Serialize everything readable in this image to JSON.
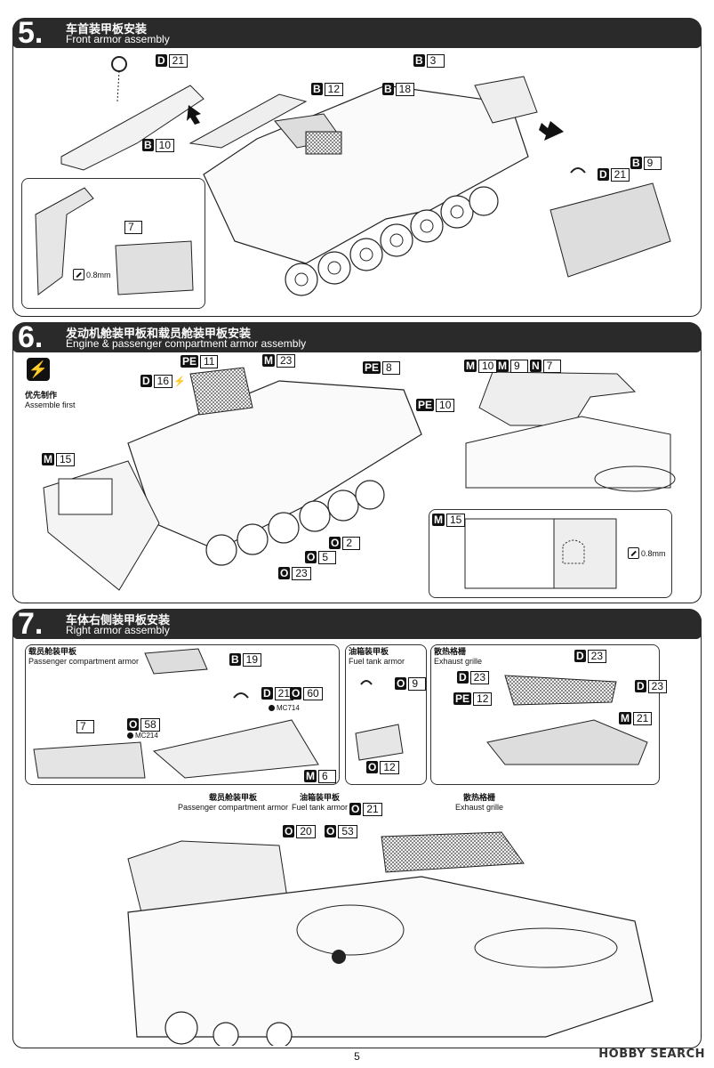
{
  "steps": [
    {
      "number": "5.",
      "title_cn": "车首装甲板安装",
      "title_en": "Front armor assembly"
    },
    {
      "number": "6.",
      "title_cn": "发动机舱装甲板和载员舱装甲板安装",
      "title_en": "Engine & passenger compartment armor assembly"
    },
    {
      "number": "7.",
      "title_cn": "车体右侧装甲板安装",
      "title_en": "Right armor assembly"
    }
  ],
  "step5": {
    "parts": [
      {
        "code": "D",
        "num": "21"
      },
      {
        "code": "B",
        "num": "10"
      },
      {
        "code": "B",
        "num": "12"
      },
      {
        "code": "B",
        "num": "18"
      },
      {
        "code": "B",
        "num": "3"
      },
      {
        "code": "D",
        "num": "21"
      },
      {
        "code": "B",
        "num": "9"
      }
    ],
    "inset_part": "7",
    "thickness": "0.8mm"
  },
  "step6": {
    "assemble_first_cn": "优先制作",
    "assemble_first_en": "Assemble first",
    "parts": [
      {
        "code": "PE",
        "num": "11"
      },
      {
        "code": "M",
        "num": "23"
      },
      {
        "code": "PE",
        "num": "8"
      },
      {
        "code": "D",
        "num": "16"
      },
      {
        "code": "PE",
        "num": "10"
      },
      {
        "code": "M",
        "num": "15"
      },
      {
        "code": "O",
        "num": "2"
      },
      {
        "code": "O",
        "num": "5"
      },
      {
        "code": "O",
        "num": "23"
      },
      {
        "code": "M",
        "num": "10"
      },
      {
        "code": "M",
        "num": "9"
      },
      {
        "code": "N",
        "num": "7"
      }
    ],
    "inset_part": {
      "code": "M",
      "num": "15"
    },
    "thickness": "0.8mm"
  },
  "step7": {
    "sub": [
      {
        "cn": "载员舱装甲板",
        "en": "Passenger compartment armor"
      },
      {
        "cn": "油箱装甲板",
        "en": "Fuel tank armor"
      },
      {
        "cn": "散热格栅",
        "en": "Exhaust grille"
      }
    ],
    "parts_top": [
      {
        "code": "B",
        "num": "19"
      },
      {
        "code": "D",
        "num": "21"
      },
      {
        "code": "O",
        "num": "60"
      },
      {
        "code": "O",
        "num": "58"
      },
      {
        "code": "M",
        "num": "6"
      },
      {
        "code": "O",
        "num": "9"
      },
      {
        "code": "O",
        "num": "12"
      },
      {
        "code": "D",
        "num": "23"
      },
      {
        "code": "D",
        "num": "23"
      },
      {
        "code": "PE",
        "num": "12"
      },
      {
        "code": "D",
        "num": "23"
      },
      {
        "code": "M",
        "num": "21"
      }
    ],
    "inset_part": "7",
    "notes": [
      "MC714",
      "MC214"
    ],
    "parts_bottom": [
      {
        "code": "O",
        "num": "20"
      },
      {
        "code": "O",
        "num": "53"
      },
      {
        "code": "O",
        "num": "21"
      }
    ]
  },
  "footer": {
    "page": "5",
    "watermark": "HOBBY SEARCH"
  }
}
